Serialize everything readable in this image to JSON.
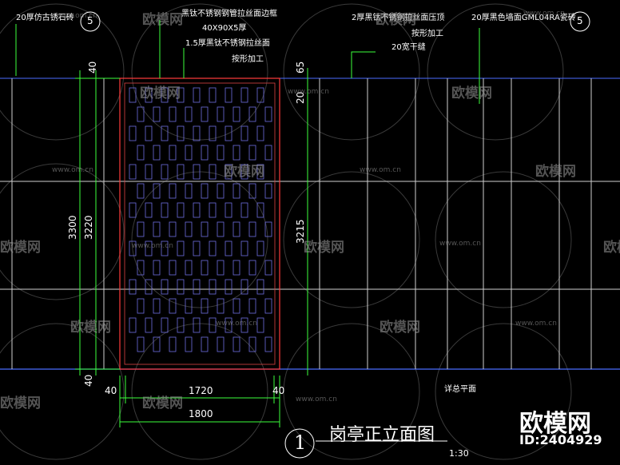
{
  "annotations": {
    "top_left": "20厚仿古锈石砖",
    "mid_1": "黑钛不锈钢钢管拉丝面边框",
    "mid_2": "40X90X5厚",
    "mid_3": "1.5厚黑钛不锈钢拉丝面",
    "mid_4": "按形加工",
    "right_1": "2厚黑钛不锈钢拉丝面压顶",
    "right_2": "按形加工",
    "right_3": "20宽干缝",
    "far_right": "20厚黑色墙面GML04RA瓷砖",
    "ground": "详总平面"
  },
  "callouts": {
    "left_num": "5",
    "right_num": "5"
  },
  "dimensions": {
    "d_40_top": "40",
    "d_3300": "3300",
    "d_3220": "3220",
    "d_40_bottom": "40",
    "d_65": "65",
    "d_20": "20",
    "d_3215": "3215",
    "d_40_left": "40",
    "d_1720": "1720",
    "d_40_right": "40",
    "d_1800": "1800"
  },
  "title": {
    "number": "1",
    "text": "岗亭正立面图",
    "scale": "1:30"
  },
  "watermark": {
    "text": "欧模网",
    "url": "www.om.cn"
  },
  "brand": {
    "name": "欧模网",
    "id": "ID:2404929"
  }
}
